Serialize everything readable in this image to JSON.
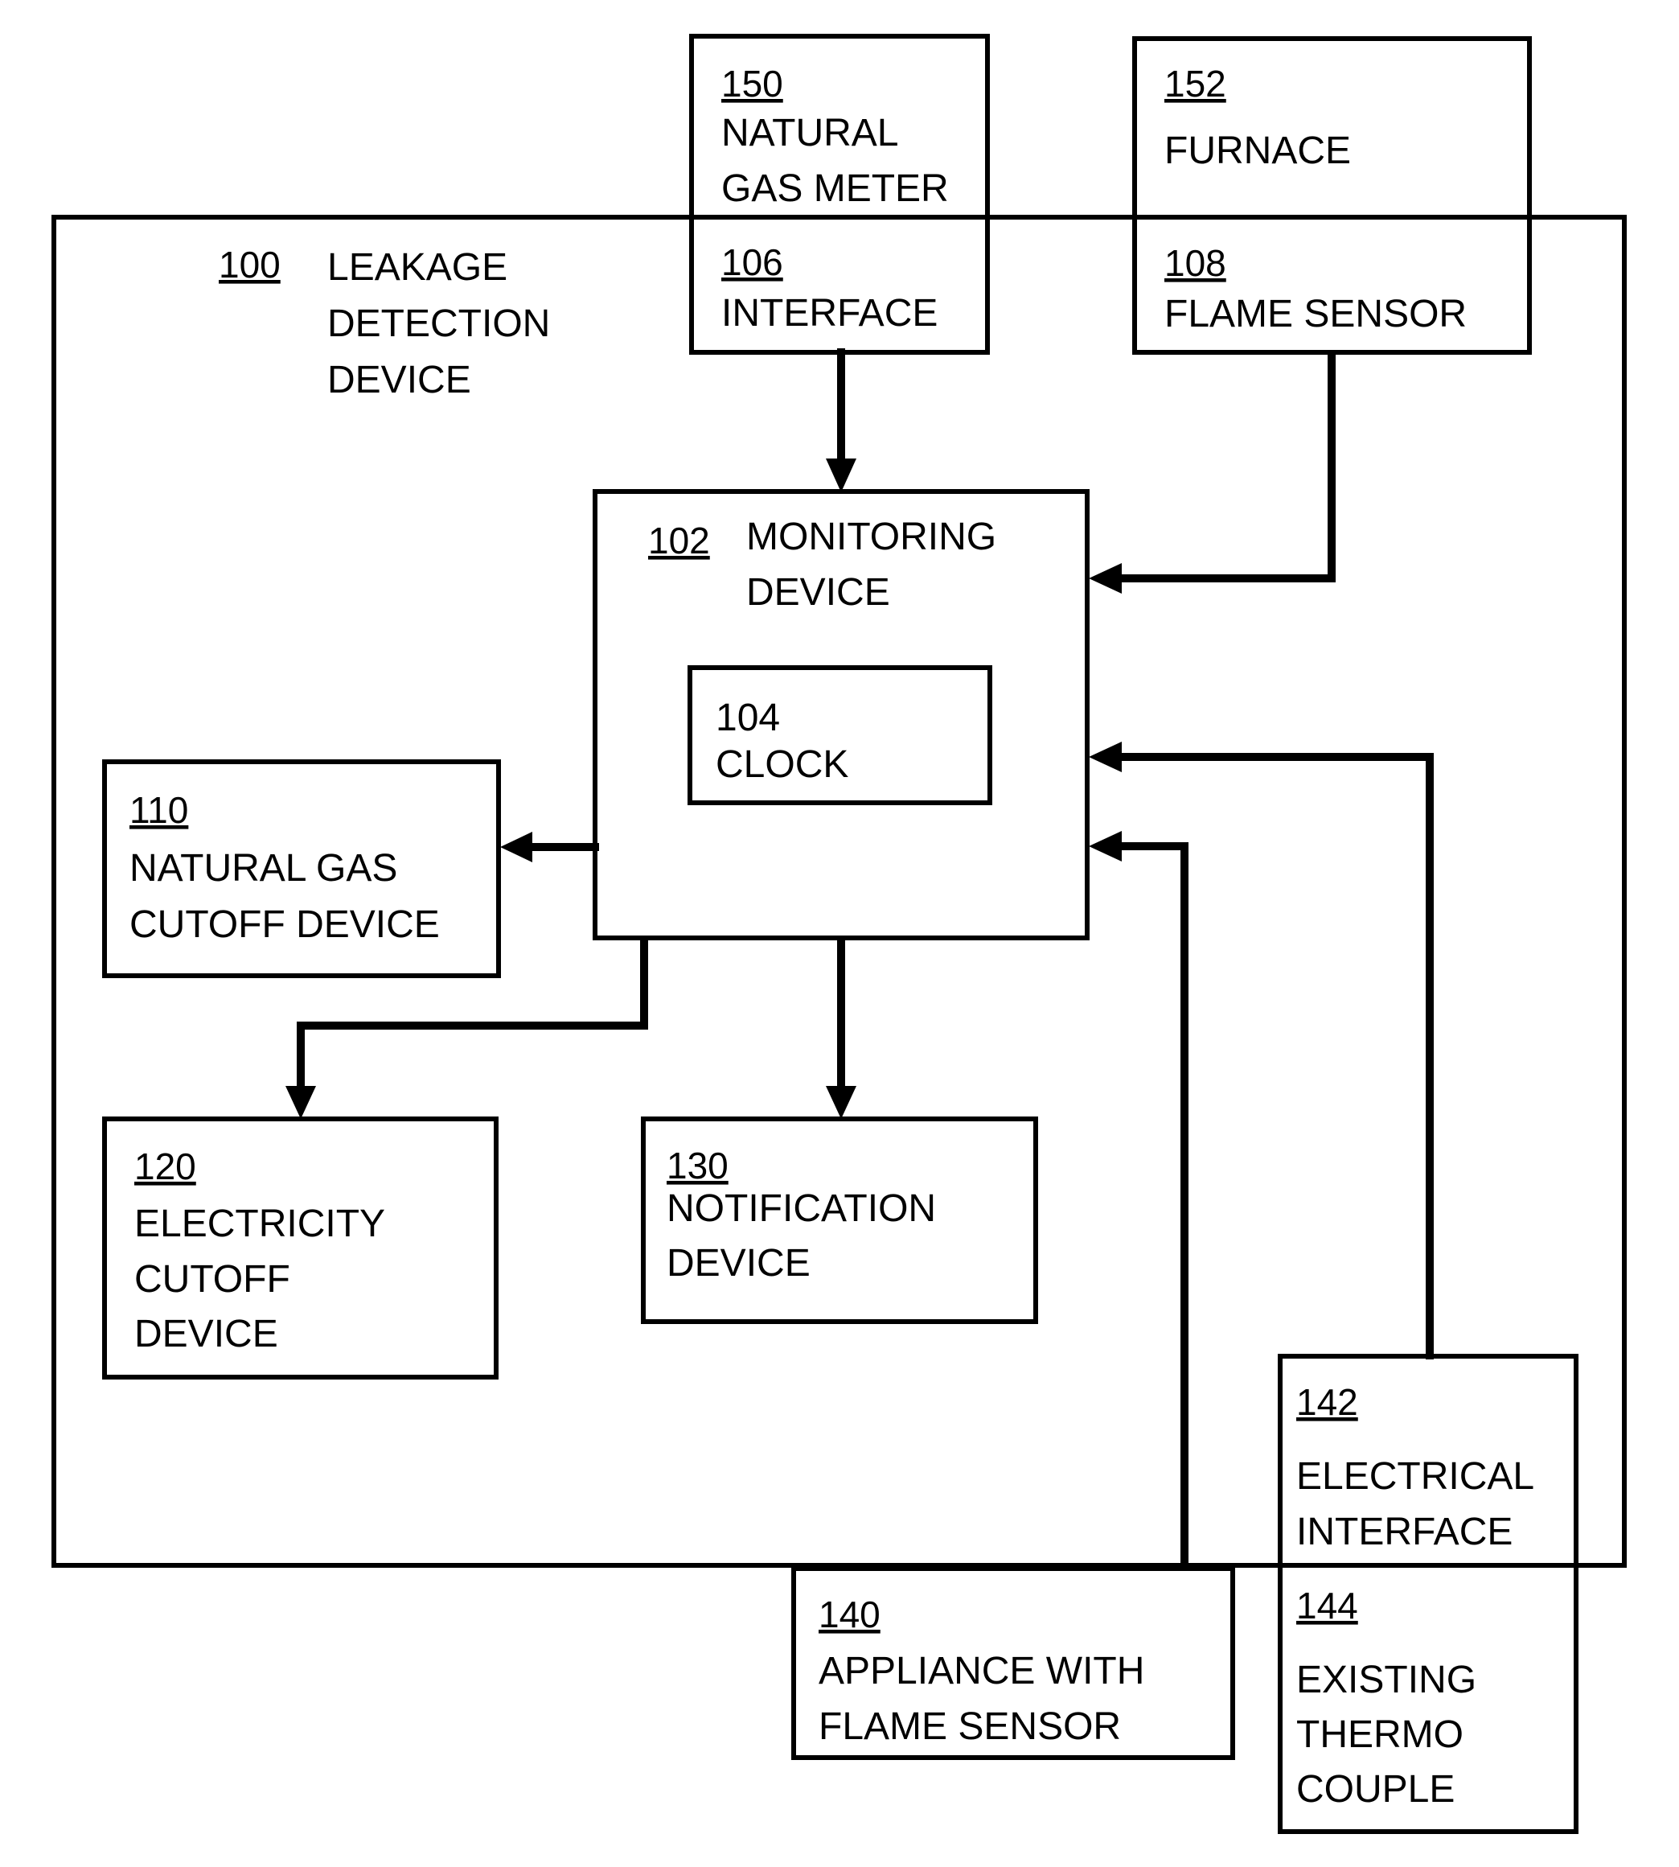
{
  "blocks": {
    "leakage_detection_device": {
      "ref": "100",
      "lines": [
        "LEAKAGE",
        "DETECTION",
        "DEVICE"
      ]
    },
    "natural_gas_meter": {
      "ref": "150",
      "lines": [
        "NATURAL",
        "GAS METER"
      ]
    },
    "furnace": {
      "ref": "152",
      "lines": [
        "FURNACE"
      ]
    },
    "interface": {
      "ref": "106",
      "lines": [
        "INTERFACE"
      ]
    },
    "flame_sensor": {
      "ref": "108",
      "lines": [
        "FLAME SENSOR"
      ]
    },
    "monitoring_device": {
      "ref": "102",
      "lines": [
        "MONITORING",
        "DEVICE"
      ]
    },
    "clock": {
      "ref": "104",
      "lines": [
        "CLOCK"
      ]
    },
    "natural_gas_cutoff_device": {
      "ref": "110",
      "lines": [
        "NATURAL GAS",
        "CUTOFF DEVICE"
      ]
    },
    "electricity_cutoff_device": {
      "ref": "120",
      "lines": [
        "ELECTRICITY",
        "CUTOFF",
        "DEVICE"
      ]
    },
    "notification_device": {
      "ref": "130",
      "lines": [
        "NOTIFICATION",
        "DEVICE"
      ]
    },
    "electrical_interface": {
      "ref": "142",
      "lines": [
        "ELECTRICAL",
        "INTERFACE"
      ]
    },
    "appliance_with_flame_sensor": {
      "ref": "140",
      "lines": [
        "APPLIANCE WITH",
        "FLAME SENSOR"
      ]
    },
    "existing_thermo_couple": {
      "ref": "144",
      "lines": [
        "EXISTING",
        "THERMO",
        "COUPLE"
      ]
    }
  }
}
